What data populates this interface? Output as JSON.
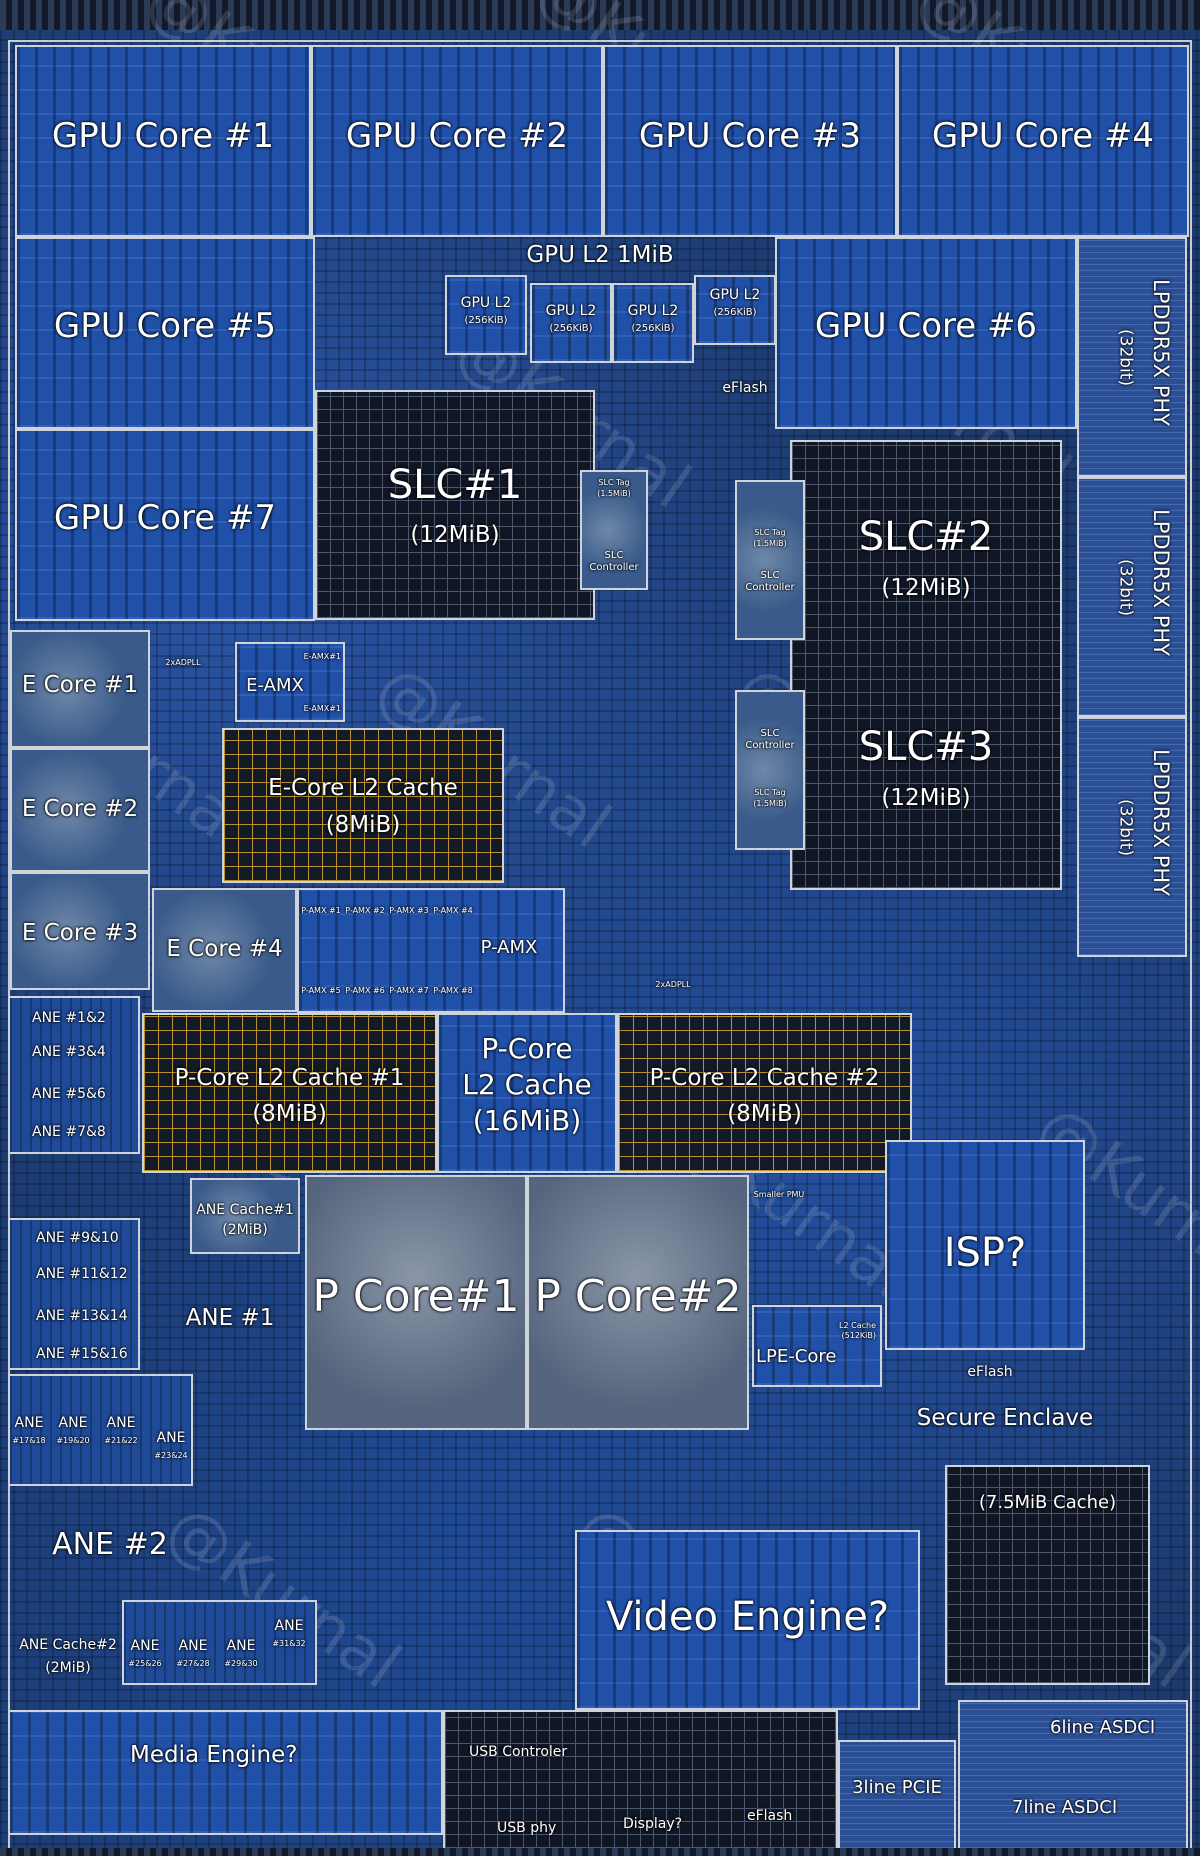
{
  "watermark": "@Kurnal",
  "gpu_cores": [
    "GPU Core #1",
    "GPU Core #2",
    "GPU Core #3",
    "GPU Core #4",
    "GPU Core #5",
    "GPU Core #6",
    "GPU Core #7"
  ],
  "gpu_l2": {
    "title": "GPU L2 1MiB",
    "slices": [
      {
        "name": "GPU L2",
        "size": "(256KiB)"
      },
      {
        "name": "GPU L2",
        "size": "(256KiB)"
      },
      {
        "name": "GPU L2",
        "size": "(256KiB)"
      },
      {
        "name": "GPU L2",
        "size": "(256KiB)"
      }
    ]
  },
  "eflash": "eFlash",
  "slc": [
    {
      "name": "SLC#1",
      "size": "(12MiB)"
    },
    {
      "name": "SLC#2",
      "size": "(12MiB)"
    },
    {
      "name": "SLC#3",
      "size": "(12MiB)"
    }
  ],
  "slc_tag": "SLC Tag",
  "slc_tag_size": "(1.5MiB)",
  "slc_controller": "SLC Controller",
  "lpddr": {
    "name": "LPDDR5X PHY",
    "width": "(32bit)"
  },
  "e_cores": [
    "E Core #1",
    "E Core #2",
    "E Core #3",
    "E Core #4"
  ],
  "e_amx": "E-AMX",
  "e_amx_units": [
    "E-AMX#1",
    "E-AMX#1"
  ],
  "adpll": "2xADPLL",
  "e_l2": {
    "name": "E-Core L2 Cache",
    "size": "(8MiB)"
  },
  "p_amx": "P-AMX",
  "p_amx_units": [
    "P-AMX #1",
    "P-AMX #2",
    "P-AMX #3",
    "P-AMX #4",
    "P-AMX #5",
    "P-AMX #6",
    "P-AMX #7",
    "P-AMX #8"
  ],
  "p_l2_1": {
    "name": "P-Core L2 Cache #1",
    "size": "(8MiB)"
  },
  "p_l2_shared": {
    "line1": "P-Core",
    "line2": "L2 Cache",
    "size": "(16MiB)"
  },
  "p_l2_2": {
    "name": "P-Core L2 Cache #2",
    "size": "(8MiB)"
  },
  "p_cores": [
    "P Core#1",
    "P Core#2"
  ],
  "smaller_pmu": "Smaller PMU",
  "lpe_core": "LPE-Core",
  "lpe_l2": "L2 Cache",
  "lpe_l2_size": "(512KiB)",
  "isp": "ISP?",
  "secure_enclave": "Secure Enclave",
  "cache_7_5": "(7.5MiB Cache)",
  "video_engine": "Video Engine?",
  "media_engine": "Media Engine?",
  "ane_pairs_a": [
    "ANE #1&2",
    "ANE #3&4",
    "ANE #5&6",
    "ANE #7&8"
  ],
  "ane_pairs_b": [
    "ANE #9&10",
    "ANE #11&12",
    "ANE #13&14",
    "ANE #15&16"
  ],
  "ane_cache1": {
    "name": "ANE Cache#1",
    "size": "(2MiB)"
  },
  "ane_1": "ANE #1",
  "ane_small_top": [
    {
      "a": "ANE",
      "b": "#17&18"
    },
    {
      "a": "ANE",
      "b": "#19&20"
    },
    {
      "a": "ANE",
      "b": "#21&22"
    },
    {
      "a": "ANE",
      "b": "#23&24"
    }
  ],
  "ane_2": "ANE #2",
  "ane_cache2": {
    "name": "ANE Cache#2",
    "size": "(2MiB)"
  },
  "ane_small_bottom": [
    {
      "a": "ANE",
      "b": "#25&26"
    },
    {
      "a": "ANE",
      "b": "#27&28"
    },
    {
      "a": "ANE",
      "b": "#29&30"
    },
    {
      "a": "ANE",
      "b": "#31&32"
    }
  ],
  "usb_controller": "USB Controler",
  "usb_phy": "USB phy",
  "display": "Display?",
  "pcie": "3line PCIE",
  "asdci_6": "6line ASDCI",
  "asdci_7": "7line ASDCI"
}
